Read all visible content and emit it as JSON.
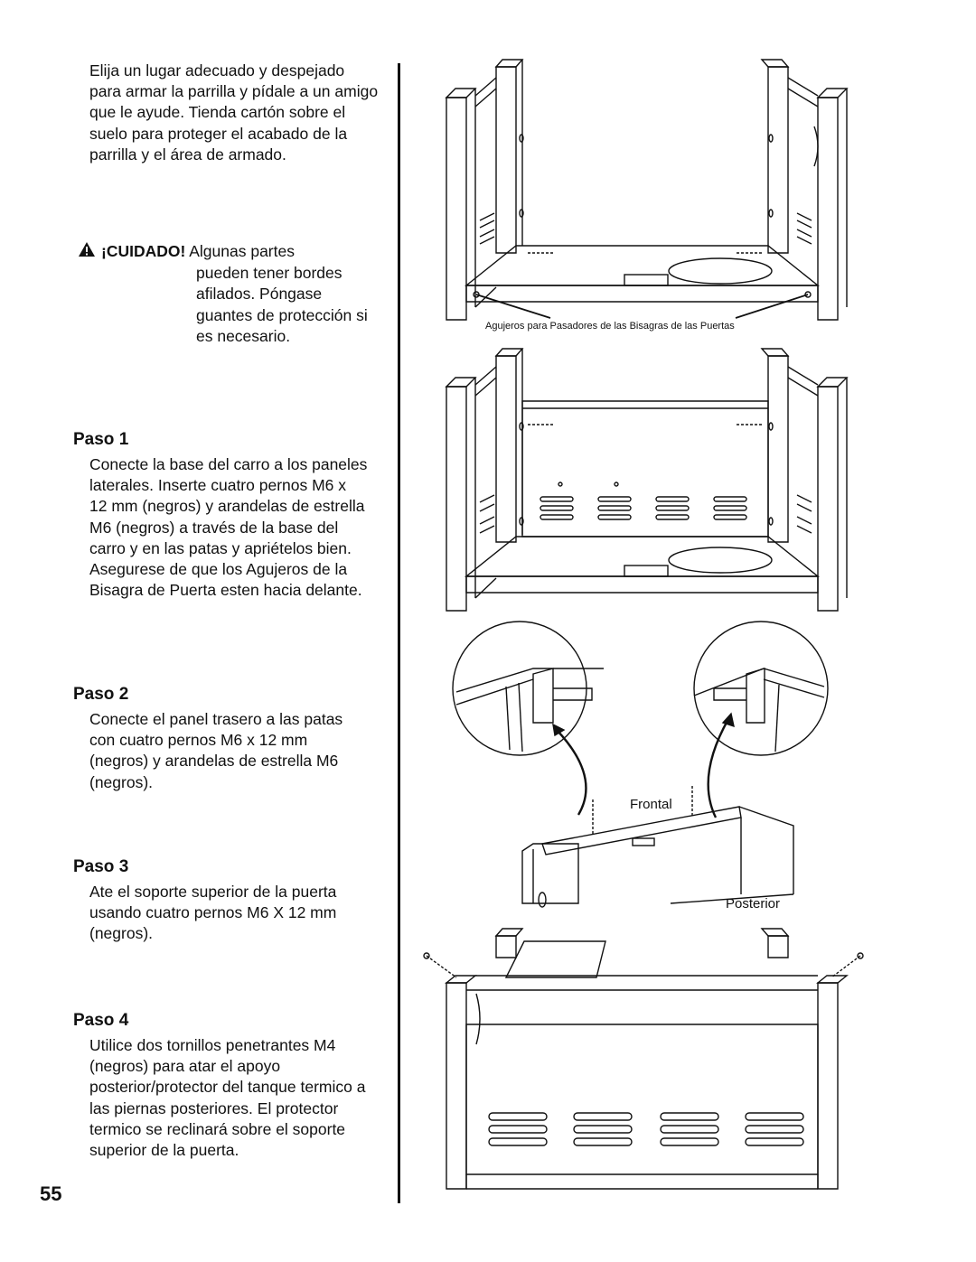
{
  "intro": "Elija un lugar adecuado y despejado para armar la parrilla y pídale a un amigo que le ayude. Tienda cartón sobre el suelo para proteger el acabado de la parrilla y el área de armado.",
  "caution": {
    "icon": "warning-triangle-icon",
    "lead": "¡CUIDADO!",
    "first": "Algunas partes",
    "rest": "pueden tener bordes afilados. Póngase guantes de protección si es necesario."
  },
  "steps": [
    {
      "title": "Paso 1",
      "body": "Conecte la base del carro a los paneles laterales. Inserte cuatro pernos M6 x 12 mm (negros) y arandelas de estrella M6 (negros) a través de la base del carro y en las patas y apriételos bien. Asegurese de que los Agujeros de la Bisagra de Puerta esten hacia delante."
    },
    {
      "title": "Paso 2",
      "body": "Conecte el panel trasero a las patas con cuatro pernos M6 x 12 mm (negros) y arandelas de estrella M6 (negros)."
    },
    {
      "title": "Paso 3",
      "body": "Ate el soporte superior de la puerta usando cuatro pernos M6 X 12 mm (negros)."
    },
    {
      "title": "Paso 4",
      "body": "Utilice dos tornillos penetrantes M4 (negros) para atar el  apoyo posterior/protector del tanque termico a las piernas posteriores. El protector termico se reclinará sobre el soporte superior de la puerta."
    }
  ],
  "figure1_caption": "Agujeros para Pasadores de las Bisagras de las Puertas",
  "label_front": "Frontal",
  "label_rear": "Posterior",
  "page_number": "55"
}
